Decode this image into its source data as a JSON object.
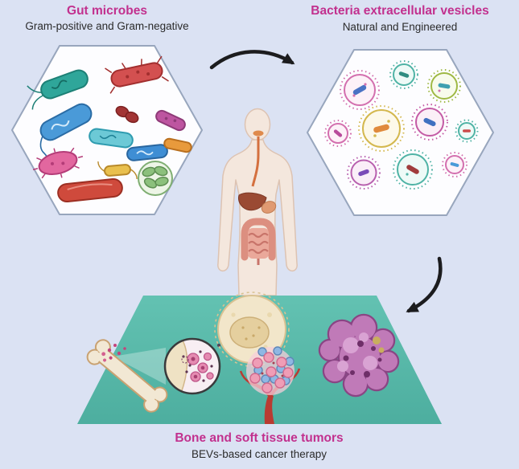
{
  "figure": {
    "background_color": "#dbe2f3",
    "accent_color": "#c2308e",
    "platform_color": "#56b9aa",
    "hexagon_border_color": "#98a6bd",
    "arrow_color": "#1c1c1e"
  },
  "panels": {
    "gut_microbes": {
      "title": "Gut microbes",
      "subtitle": "Gram-positive and Gram-negative"
    },
    "vesicles": {
      "title": "Bacteria extracellular vesicles",
      "subtitle": "Natural and Engineered"
    },
    "tumors": {
      "title": "Bone and soft tissue tumors",
      "subtitle": "BEVs-based cancer therapy"
    }
  },
  "icons": {
    "left_panel": "bacteria-collection-icon",
    "right_panel": "extracellular-vesicles-icon",
    "center": "human-digestive-system-icon",
    "platform": [
      "bone-icon",
      "magnifier-bone-tumor-icon",
      "soft-tissue-tumor-cell-icon",
      "vascularized-tumor-icon",
      "purple-tumor-mass-icon"
    ],
    "arrows": [
      "arrow-microbes-to-vesicles",
      "arrow-vesicles-to-tumors"
    ]
  }
}
